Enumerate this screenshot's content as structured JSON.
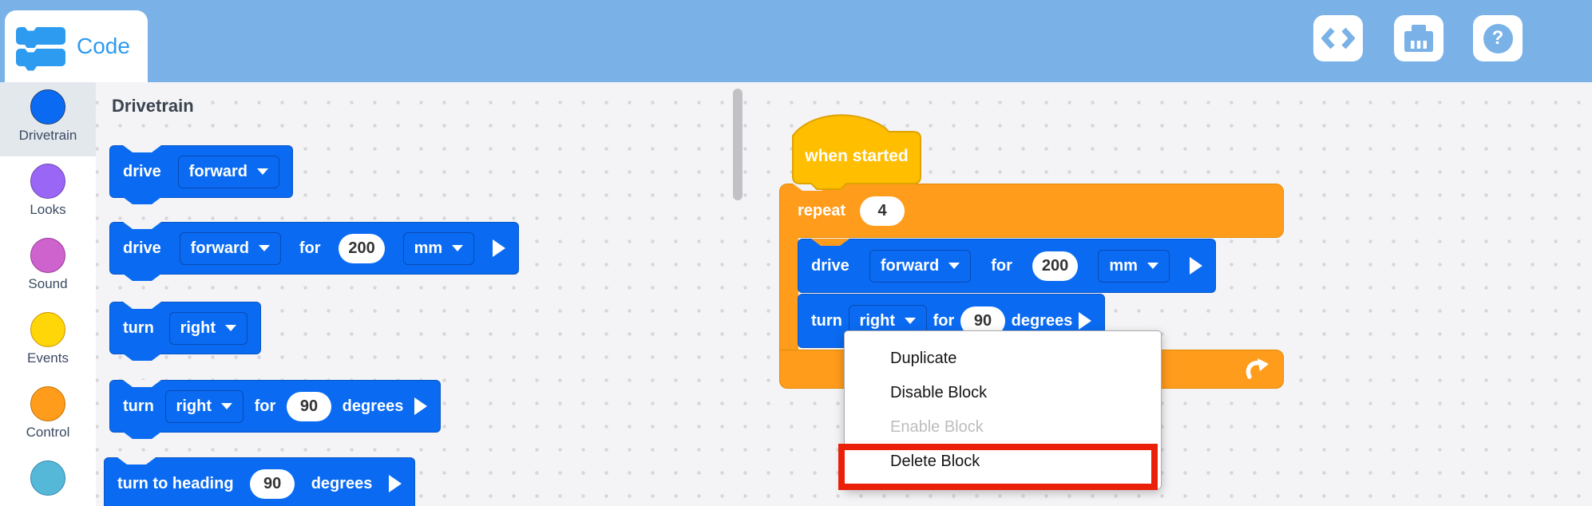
{
  "colors": {
    "topbar": "#7AB2E8",
    "accent_blue": "#2D9BF0",
    "block_blue": "#0A6BF2",
    "block_blue_border": "#0A55C4",
    "hat_yellow": "#FFBE00",
    "hat_border": "#DFA300",
    "control_orange": "#FF9C1C",
    "control_border": "#E28A00",
    "canvas": "#F4F4F6",
    "scrollbar": "#C2C2C6",
    "highlight_red": "#EA2108"
  },
  "header": {
    "tab_label": "Code",
    "help_glyph": "?"
  },
  "sidebar": {
    "categories": [
      {
        "label": "Drivetrain",
        "color": "#0A6BF2",
        "border": "#1C3F77",
        "selected": true
      },
      {
        "label": "Looks",
        "color": "#9A66F5",
        "border": "#6B44B4",
        "selected": false
      },
      {
        "label": "Sound",
        "color": "#CE63CE",
        "border": "#99379B",
        "selected": false
      },
      {
        "label": "Events",
        "color": "#FFD608",
        "border": "#C99400",
        "selected": false
      },
      {
        "label": "Control",
        "color": "#FF9C1C",
        "border": "#C47000",
        "selected": false
      },
      {
        "label": "",
        "color": "#56B8D8",
        "border": "#2E87AC",
        "selected": false
      }
    ]
  },
  "palette": {
    "title": "Drivetrain",
    "block1": {
      "t1": "drive",
      "dd1": "forward"
    },
    "block2": {
      "t1": "drive",
      "dd1": "forward",
      "t2": "for",
      "v1": "200",
      "dd2": "mm"
    },
    "block3": {
      "t1": "turn",
      "dd1": "right"
    },
    "block4": {
      "t1": "turn",
      "dd1": "right",
      "t2": "for",
      "v1": "90",
      "t3": "degrees"
    },
    "block5": {
      "t1": "turn to heading",
      "v1": "90",
      "t2": "degrees"
    }
  },
  "workspace": {
    "hat_label": "when started",
    "repeat_label": "repeat",
    "repeat_count": "4",
    "drive": {
      "t1": "drive",
      "dd1": "forward",
      "t2": "for",
      "v1": "200",
      "dd2": "mm"
    },
    "turn": {
      "t1": "turn",
      "dd1": "right",
      "t2": "for",
      "v1": "90",
      "t3": "degrees"
    }
  },
  "context_menu": {
    "items": [
      {
        "label": "Duplicate",
        "enabled": true
      },
      {
        "label": "Disable Block",
        "enabled": true
      },
      {
        "label": "Enable Block",
        "enabled": false
      },
      {
        "label": "Delete Block",
        "enabled": true,
        "highlighted": true
      }
    ]
  }
}
